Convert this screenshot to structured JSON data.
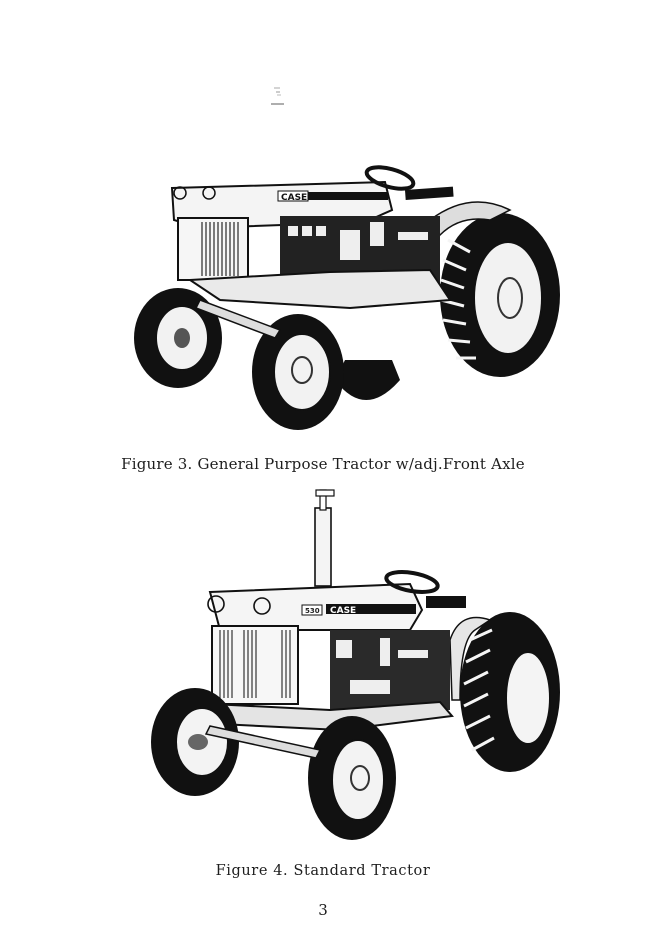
{
  "page": {
    "background": "#ffffff",
    "page_number": "3"
  },
  "figures": [
    {
      "id": "figure-3",
      "caption": "Figure 3. General Purpose Tractor w/adj.Front Axle",
      "image": {
        "subject": "tractor-general-purpose-illustration",
        "hood_brand": "CASE"
      }
    },
    {
      "id": "figure-4",
      "caption": "Figure 4. Standard Tractor",
      "image": {
        "subject": "tractor-standard-illustration",
        "hood_brand": "CASE",
        "model_badge": "530"
      }
    }
  ]
}
